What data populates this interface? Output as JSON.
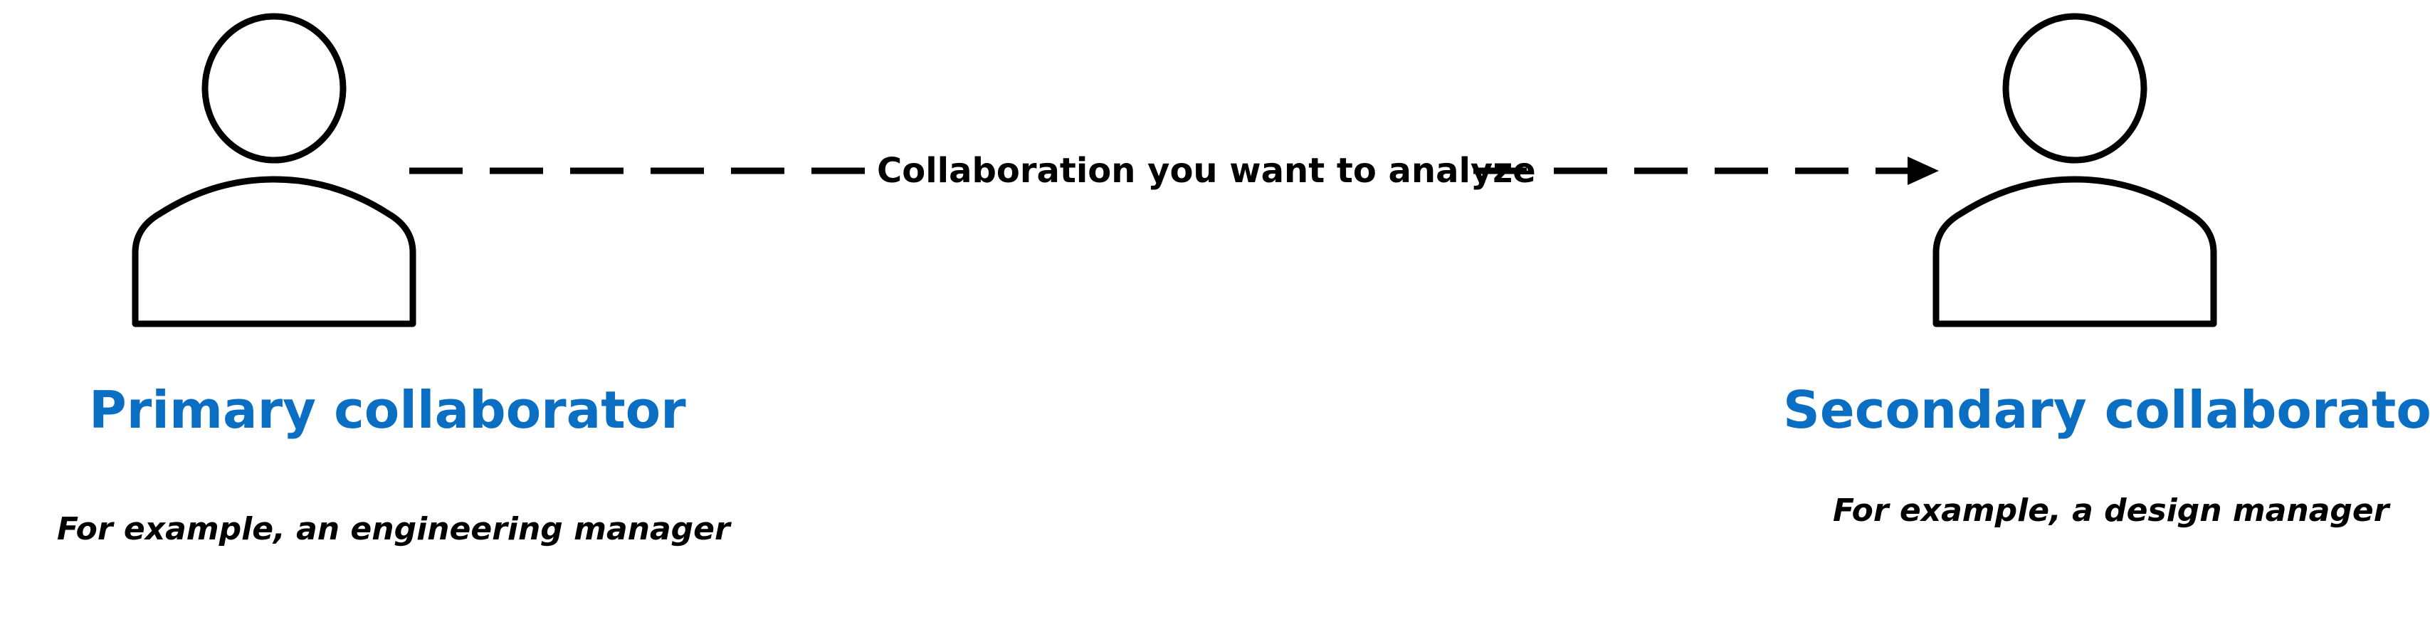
{
  "diagram": {
    "edge": {
      "label": "Collaboration you want to analyze",
      "style": "dashed",
      "direction": "left-to-right"
    },
    "primary": {
      "icon": "person-icon",
      "title": "Primary collaborator",
      "example": "For example, an engineering manager"
    },
    "secondary": {
      "icon": "person-icon",
      "title": "Secondary collaborator",
      "example": "For example, a design manager"
    },
    "colors": {
      "title": "#0a6fc2",
      "stroke": "#000000",
      "text": "#000000"
    }
  }
}
